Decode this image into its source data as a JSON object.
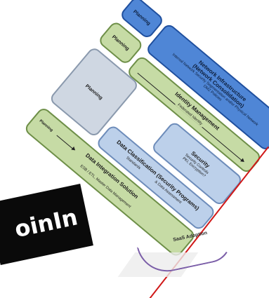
{
  "blocks": {
    "planning_top": "Planning",
    "planning_mid": "Planning",
    "planning_gray": "Planning",
    "planning_bottom": "Planning",
    "network": {
      "title_1": "Network Infrastructure",
      "title_2": "(Network Consolidation)",
      "sub_1": "Internal Network Security Segmentation and/or Physical Network",
      "sub_2": "DMZ Policies"
    },
    "identity": {
      "title": "Identity Management",
      "sub": "Federated Identity"
    },
    "security": {
      "title": "Security",
      "sub_1": "Security Controls",
      "sub_2": "PKI, Encryption?"
    },
    "data_class": {
      "title": "Data Classification (Security Programs)",
      "sub_left": "Standards",
      "sub_right": "& Data Assessment"
    },
    "integration": {
      "title": "Data Integration Solution",
      "sub": "ESB / ETL, Master Data Management"
    }
  },
  "saas_label": "SaaS Adoption",
  "logo_text": "oinIn",
  "colors": {
    "green": "#c6dba5",
    "blue": "#4f86d6",
    "light_blue": "#bcd0ea",
    "gray": "#cfd7e2",
    "red_line": "#d01818"
  }
}
